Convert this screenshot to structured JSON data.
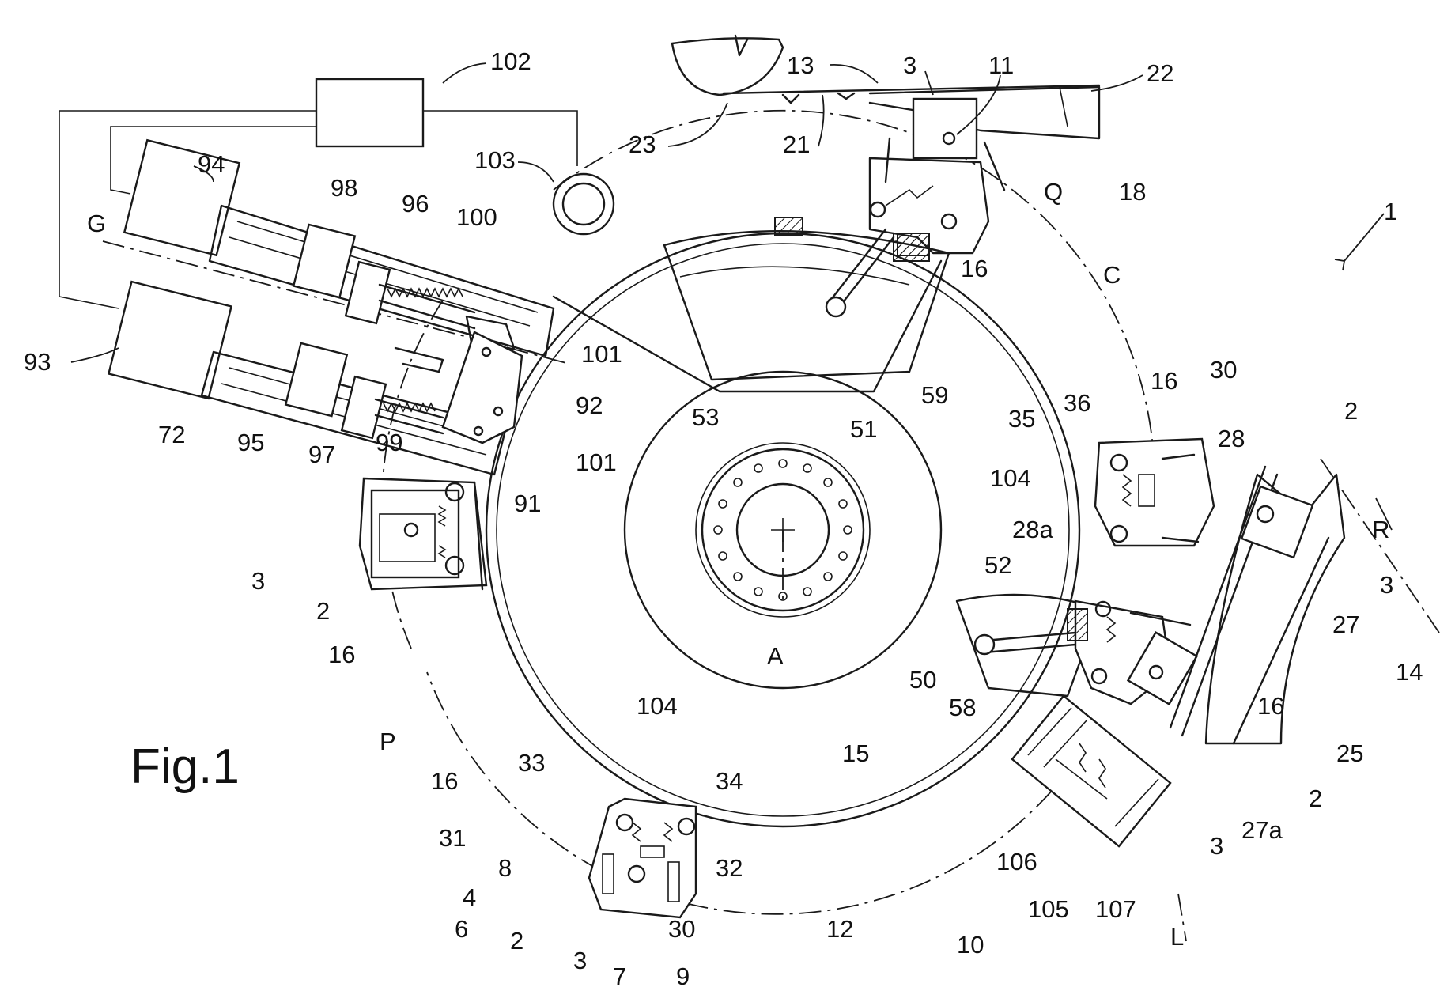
{
  "figure_caption": "Fig.1",
  "labels": [
    {
      "text": "102"
    },
    {
      "text": "13"
    },
    {
      "text": "3"
    },
    {
      "text": "11"
    },
    {
      "text": "22"
    },
    {
      "text": "94"
    },
    {
      "text": "103"
    },
    {
      "text": "23"
    },
    {
      "text": "21"
    },
    {
      "text": "Q"
    },
    {
      "text": "18"
    },
    {
      "text": "G"
    },
    {
      "text": "98"
    },
    {
      "text": "96"
    },
    {
      "text": "100"
    },
    {
      "text": "1"
    },
    {
      "text": "16"
    },
    {
      "text": "C"
    },
    {
      "text": "101"
    },
    {
      "text": "93"
    },
    {
      "text": "92"
    },
    {
      "text": "72"
    },
    {
      "text": "95"
    },
    {
      "text": "97"
    },
    {
      "text": "99"
    },
    {
      "text": "101"
    },
    {
      "text": "53"
    },
    {
      "text": "51"
    },
    {
      "text": "59"
    },
    {
      "text": "35"
    },
    {
      "text": "36"
    },
    {
      "text": "16"
    },
    {
      "text": "30"
    },
    {
      "text": "91"
    },
    {
      "text": "2"
    },
    {
      "text": "28"
    },
    {
      "text": "104"
    },
    {
      "text": "R"
    },
    {
      "text": "3"
    },
    {
      "text": "2"
    },
    {
      "text": "28a"
    },
    {
      "text": "52"
    },
    {
      "text": "16"
    },
    {
      "text": "3"
    },
    {
      "text": "27"
    },
    {
      "text": "A"
    },
    {
      "text": "14"
    },
    {
      "text": "50"
    },
    {
      "text": "58"
    },
    {
      "text": "16"
    },
    {
      "text": "104"
    },
    {
      "text": "P"
    },
    {
      "text": "25"
    },
    {
      "text": "15"
    },
    {
      "text": "2"
    },
    {
      "text": "33"
    },
    {
      "text": "34"
    },
    {
      "text": "16"
    },
    {
      "text": "3"
    },
    {
      "text": "27a"
    },
    {
      "text": "31"
    },
    {
      "text": "32"
    },
    {
      "text": "8"
    },
    {
      "text": "106"
    },
    {
      "text": "4"
    },
    {
      "text": "105"
    },
    {
      "text": "107"
    },
    {
      "text": "6"
    },
    {
      "text": "30"
    },
    {
      "text": "12"
    },
    {
      "text": "L"
    },
    {
      "text": "2"
    },
    {
      "text": "10"
    },
    {
      "text": "3"
    },
    {
      "text": "7"
    },
    {
      "text": "9"
    }
  ]
}
